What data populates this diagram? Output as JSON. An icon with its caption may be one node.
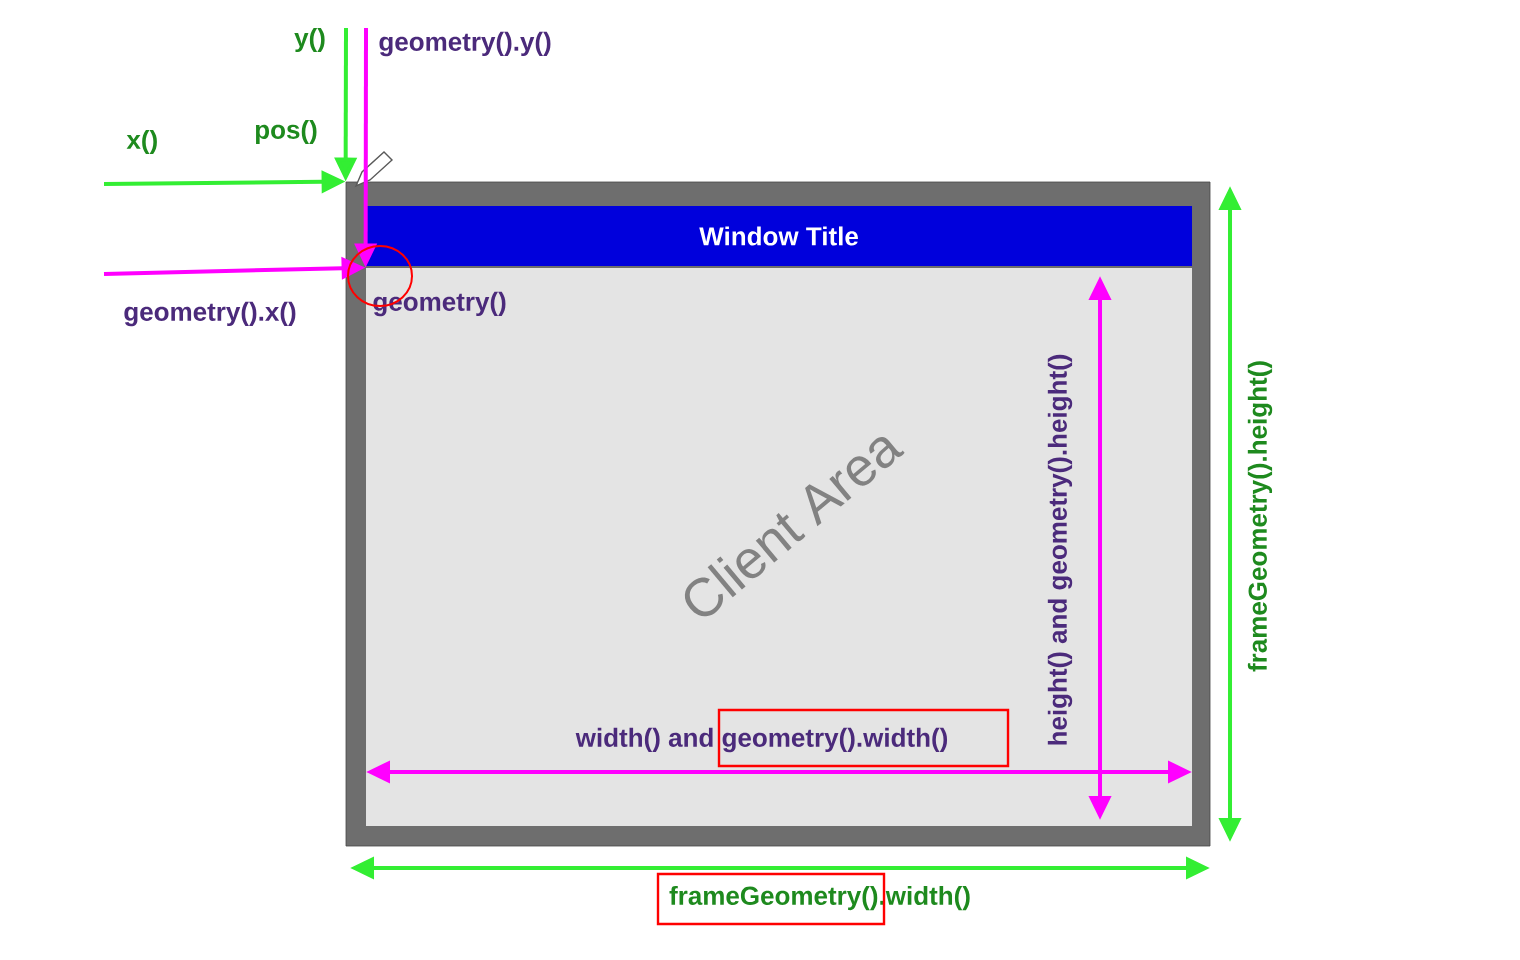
{
  "diagram": {
    "nodes": [
      {
        "text": [],
        "shape": "box"
      },
      {
        "text": [
          "Window Title"
        ],
        "in": 0
      },
      {
        "text": [
          "Client Area",
          "geometry()"
        ],
        "in": 0
      }
    ],
    "edges": [
      {
        "from": null,
        "to": 0,
        "arrow": "to",
        "label": "x()",
        "color": "#33ee33"
      },
      {
        "from": null,
        "to": 0,
        "arrow": "to",
        "label": "y()",
        "color": "#33ee33"
      },
      {
        "from": null,
        "to": 2,
        "arrow": "to",
        "label": "geometry().x()",
        "color": "#ff00ff"
      },
      {
        "from": null,
        "to": 2,
        "arrow": "to",
        "label": "geometry().y()",
        "color": "#ff00ff"
      }
    ],
    "labels": [
      "pos()",
      "width() and geometry().width()",
      "height() and geometry().height()",
      "frameGeometry().width()",
      "frameGeometry().height()"
    ]
  }
}
